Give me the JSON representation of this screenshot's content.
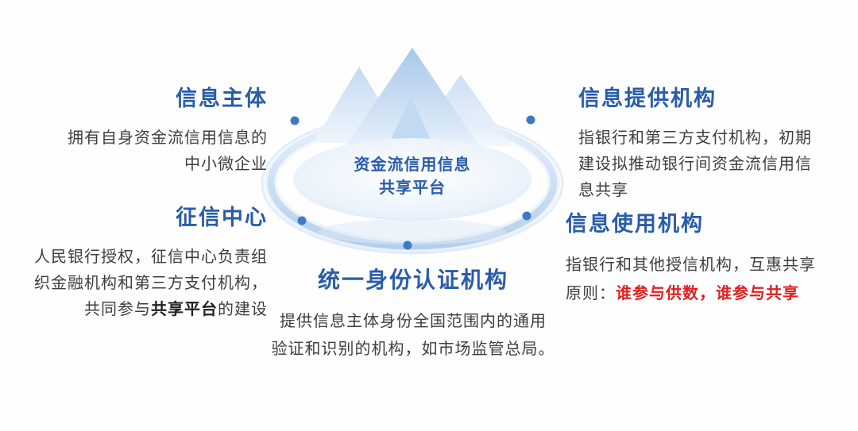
{
  "center": {
    "title_line1": "资金流信用信息",
    "title_line2": "共享平台"
  },
  "info_subject": {
    "title": "信息主体",
    "lines": [
      "拥有自身资金流信用信息的",
      "中小微企业"
    ]
  },
  "credit_center": {
    "title": "征信中心",
    "line1": "人民银行授权，征信中心负责组",
    "line2": "织金融机构和第三方支付机构，",
    "line3_pre": "共同参与",
    "line3_bold": "共享平台",
    "line3_post": "的建设"
  },
  "info_provider": {
    "title": "信息提供机构",
    "lines": [
      "指银行和第三方支付机构，初期",
      "建设拟推动银行间资金流信用信",
      "息共享"
    ]
  },
  "info_user": {
    "title": "信息使用机构",
    "line1": "指银行和其他授信机构，互惠共享",
    "line2_pre": "原则：",
    "line2_red": "谁参与供数，谁参与共享"
  },
  "auth_org": {
    "title": "统一身份认证机构",
    "lines": [
      "提供信息主体身份全国范围内的通用",
      "验证和识别的机构，如市场监管总局。"
    ]
  },
  "graphic": {
    "center_icon": "mountain-peaks",
    "ring": "orbit-ellipse",
    "connector_dots": 5
  },
  "colors": {
    "heading_blue": "#2a5caa",
    "body_text": "#3e3e3e",
    "accent_red": "#e02020",
    "dot_blue": "#3d7ac6",
    "ring_blue": "#aecbeb",
    "mountain_blue": "#a3c4e9"
  }
}
